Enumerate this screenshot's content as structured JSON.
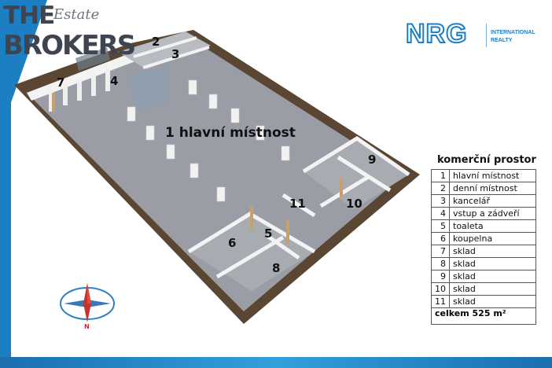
{
  "logo": {
    "line1": "THE",
    "script": "Estate",
    "line2": "BROKERS"
  },
  "nrg": {
    "word": "NRG",
    "sub1": "INTERNATIONAL",
    "sub2": "REALTY"
  },
  "compass": {
    "north": "N"
  },
  "rooms": [
    {
      "n": "1",
      "label": "1 hlavní místnost"
    },
    {
      "n": "2"
    },
    {
      "n": "3"
    },
    {
      "n": "4"
    },
    {
      "n": "5"
    },
    {
      "n": "6"
    },
    {
      "n": "7"
    },
    {
      "n": "8"
    },
    {
      "n": "9"
    },
    {
      "n": "10"
    },
    {
      "n": "11"
    }
  ],
  "legend": {
    "title": "komerční prostor",
    "rows": [
      {
        "num": "1",
        "name": "hlavní místnost"
      },
      {
        "num": "2",
        "name": "denní místnost"
      },
      {
        "num": "3",
        "name": "kancelář"
      },
      {
        "num": "4",
        "name": "vstup a zádveří"
      },
      {
        "num": "5",
        "name": "toaleta"
      },
      {
        "num": "6",
        "name": "koupelna"
      },
      {
        "num": "7",
        "name": "sklad"
      },
      {
        "num": "8",
        "name": "sklad"
      },
      {
        "num": "9",
        "name": "sklad"
      },
      {
        "num": "10",
        "name": "sklad"
      },
      {
        "num": "11",
        "name": "sklad"
      }
    ],
    "total": "celkem 525 m²"
  },
  "colors": {
    "accent": "#1c7fc4",
    "floor": "#9a9ca4",
    "wall": "#f4f4f4",
    "border": "#5b4733"
  }
}
